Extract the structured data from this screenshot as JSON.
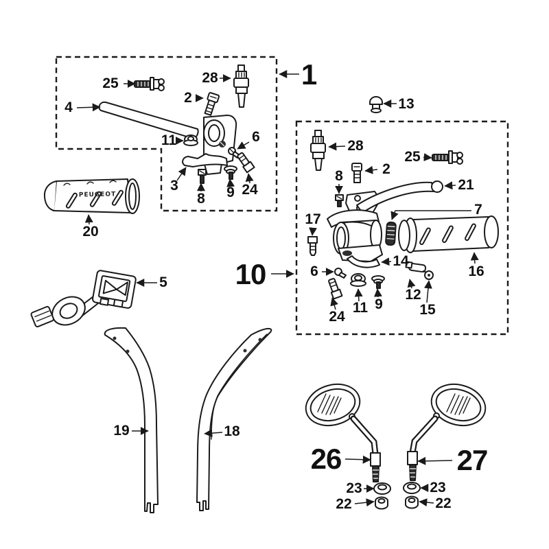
{
  "diagram": {
    "kind": "exploded-parts-diagram",
    "background_color": "#ffffff",
    "line_color": "#1a1a1a",
    "grip_brand_text": "PEUGEOT"
  },
  "callouts": [
    {
      "part": "25"
    },
    {
      "part": "28"
    },
    {
      "part": "2"
    },
    {
      "part": "4"
    },
    {
      "part": "11"
    },
    {
      "part": "6"
    },
    {
      "part": "3"
    },
    {
      "part": "8"
    },
    {
      "part": "9"
    },
    {
      "part": "24"
    },
    {
      "part": "1"
    },
    {
      "part": "13"
    },
    {
      "part": "28"
    },
    {
      "part": "2"
    },
    {
      "part": "25"
    },
    {
      "part": "8"
    },
    {
      "part": "21"
    },
    {
      "part": "17"
    },
    {
      "part": "7"
    },
    {
      "part": "14"
    },
    {
      "part": "16"
    },
    {
      "part": "6"
    },
    {
      "part": "24"
    },
    {
      "part": "11"
    },
    {
      "part": "9"
    },
    {
      "part": "12"
    },
    {
      "part": "15"
    },
    {
      "part": "10"
    },
    {
      "part": "20"
    },
    {
      "part": "5"
    },
    {
      "part": "19"
    },
    {
      "part": "18"
    },
    {
      "part": "26"
    },
    {
      "part": "27"
    },
    {
      "part": "23"
    },
    {
      "part": "22"
    },
    {
      "part": "23"
    },
    {
      "part": "22"
    }
  ]
}
